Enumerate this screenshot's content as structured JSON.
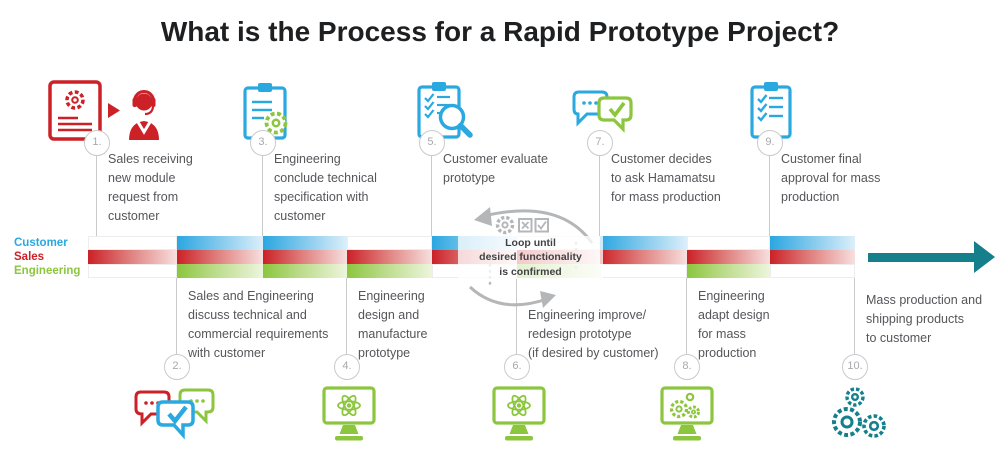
{
  "title": "What is the Process for a Rapid Prototype Project?",
  "colors": {
    "customer_blue": "#29a9e0",
    "sales_red": "#cb2127",
    "engineering_green": "#8cc63e",
    "arrow_teal": "#15808c"
  },
  "lanes": [
    {
      "key": "customer",
      "label": "Customer",
      "color": "#29a9e0"
    },
    {
      "key": "sales",
      "label": "Sales",
      "color": "#cb2127"
    },
    {
      "key": "engineering",
      "label": "Engineering",
      "color": "#8cc63e"
    }
  ],
  "band": {
    "segments": [
      {
        "between_steps": "1-2",
        "active": [
          "sales"
        ]
      },
      {
        "between_steps": "2-3",
        "active": [
          "customer",
          "sales",
          "engineering"
        ]
      },
      {
        "between_steps": "3-4",
        "active": [
          "customer",
          "sales",
          "engineering"
        ]
      },
      {
        "between_steps": "4-5",
        "active": [
          "sales",
          "engineering"
        ]
      },
      {
        "between_steps": "5-6",
        "active": [
          "customer",
          "sales"
        ]
      },
      {
        "between_steps": "6-7",
        "active": [
          "sales",
          "engineering"
        ]
      },
      {
        "between_steps": "7-8",
        "active": [
          "customer",
          "sales"
        ]
      },
      {
        "between_steps": "8-9",
        "active": [
          "sales",
          "engineering"
        ]
      },
      {
        "between_steps": "9-10",
        "active": [
          "customer",
          "sales"
        ]
      }
    ]
  },
  "steps": [
    {
      "number": "1.",
      "label": "Sales receiving\nnew module\nrequest from\ncustomer",
      "icon": "request-document-and-support-agent-icon"
    },
    {
      "number": "2.",
      "label": "Sales and Engineering\ndiscuss technical and\ncommercial requirements\nwith customer",
      "icon": "three-speech-bubbles-icon"
    },
    {
      "number": "3.",
      "label": "Engineering\nconclude technical\nspecification with\ncustomer",
      "icon": "clipboard-gear-icon"
    },
    {
      "number": "4.",
      "label": "Engineering\ndesign and\nmanufacture\nprototype",
      "icon": "monitor-atom-icon"
    },
    {
      "number": "5.",
      "label": "Customer evaluate\nprototype",
      "icon": "clipboard-magnifier-icon"
    },
    {
      "number": "6.",
      "label": "Engineering improve/\nredesign prototype\n(if desired by customer)",
      "icon": "monitor-atom-icon"
    },
    {
      "number": "7.",
      "label": "Customer decides\nto ask Hamamatsu\nfor mass production",
      "icon": "speech-bubbles-check-icon"
    },
    {
      "number": "8.",
      "label": "Engineering\nadapt design\nfor mass\nproduction",
      "icon": "monitor-gears-icon"
    },
    {
      "number": "9.",
      "label": "Customer final\napproval for mass\nproduction",
      "icon": "clipboard-checklist-icon"
    },
    {
      "number": "10.",
      "label": "Mass production and\nshipping products\nto customer",
      "icon": "gears-icon"
    }
  ],
  "loop": {
    "text": "Loop until\ndesired functionality\nis confirmed",
    "icons": [
      "circular-arrows-icon",
      "gear-icon",
      "checkbox-rejected-icon",
      "checkbox-approved-icon"
    ]
  }
}
